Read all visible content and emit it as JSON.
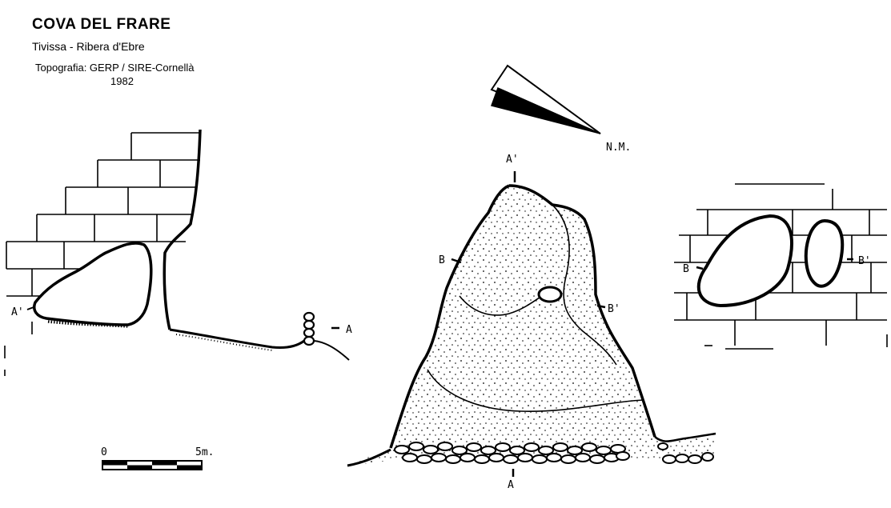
{
  "header": {
    "title": "COVA DEL FRARE",
    "location": "Tivissa - Ribera d'Ebre",
    "credit": "Topografia: GERP / SIRE-Cornellà",
    "year": "1982"
  },
  "north": {
    "label": "N.M."
  },
  "scale": {
    "start": "0",
    "end": "5m."
  },
  "labels": {
    "a": "A",
    "a_prime": "A'",
    "b": "B",
    "b_prime": "B'"
  }
}
